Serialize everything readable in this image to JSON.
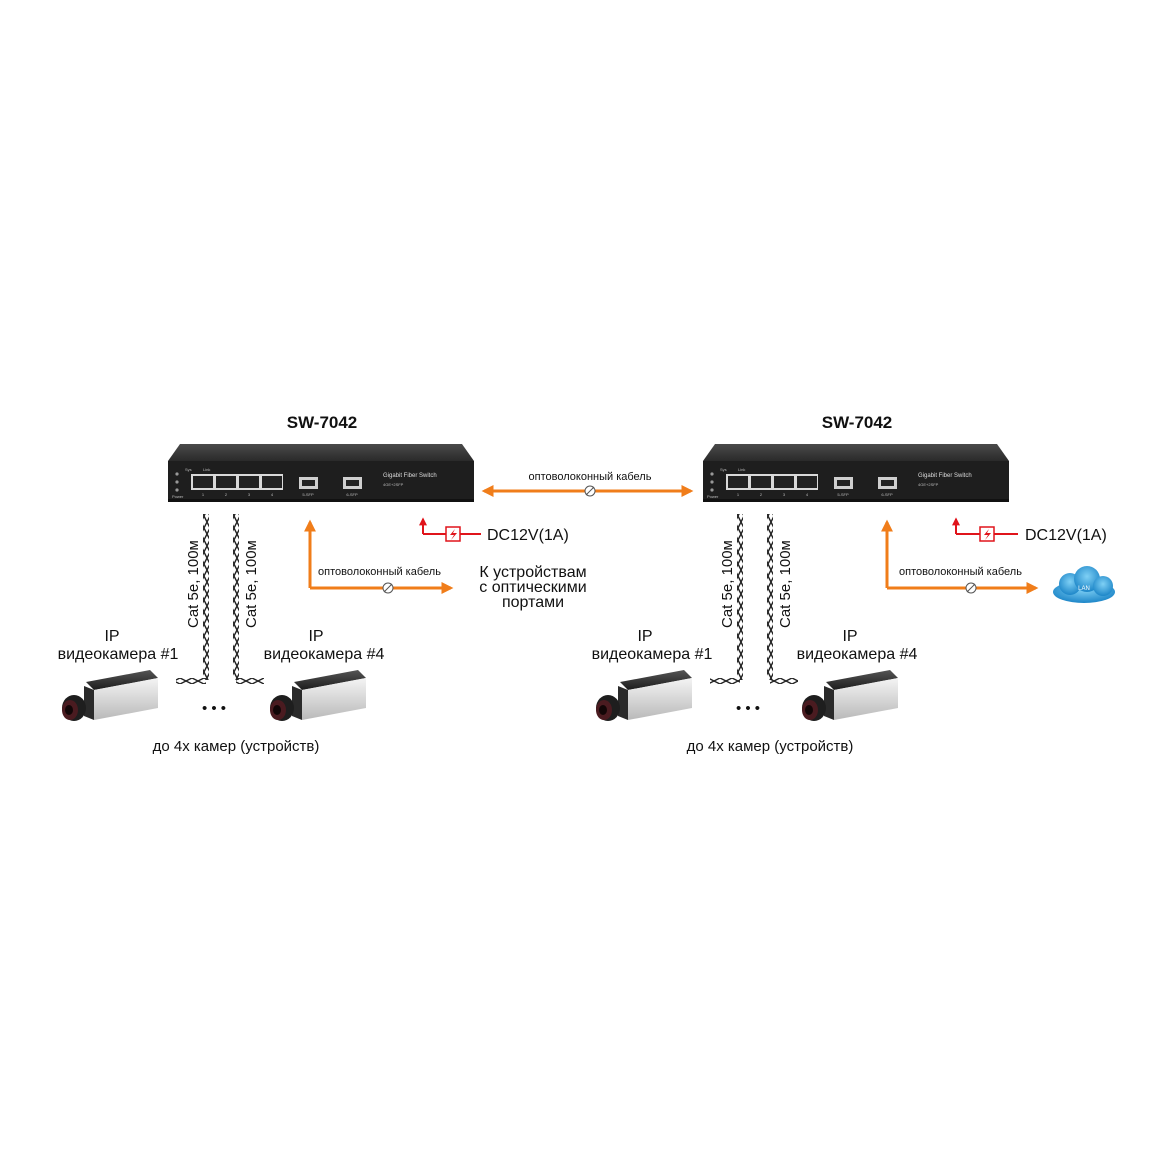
{
  "colors": {
    "fiber": "#f07d1a",
    "power": "#e0141b",
    "cable": "#222222"
  },
  "switches": [
    {
      "model": "SW-7042",
      "panel_title": "Gigabit Fiber Switch",
      "panel_sub": "4GE+2SFP",
      "led_sys": "Sys",
      "led_link": "Link",
      "led_power": "Power",
      "sfp1": "5-SFP",
      "sfp2": "6-SFP",
      "ports": [
        "1",
        "2",
        "3",
        "4"
      ]
    },
    {
      "model": "SW-7042",
      "panel_title": "Gigabit Fiber Switch",
      "panel_sub": "4GE+2SFP",
      "led_sys": "Sys",
      "led_link": "Link",
      "led_power": "Power",
      "sfp1": "5-SFP",
      "sfp2": "6-SFP",
      "ports": [
        "1",
        "2",
        "3",
        "4"
      ]
    }
  ],
  "link_label": "оптоволоконный кабель",
  "left": {
    "power": "DC12V(1A)",
    "fiber_label": "оптоволоконный кабель",
    "dest": [
      "К устройствам",
      "с оптическими",
      "портами"
    ],
    "cable1": "Cat 5e, 100м",
    "cable2": "Cat 5e, 100м",
    "cam1": [
      "IP",
      "видеокамера  #1"
    ],
    "cam4": [
      "IP",
      "видеокамера  #4"
    ],
    "dots": "• • •",
    "caption": "до 4х камер (устройств)"
  },
  "right": {
    "power": "DC12V(1A)",
    "fiber_label": "оптоволоконный кабель",
    "lan": "LAN",
    "cable1": "Cat 5e, 100м",
    "cable2": "Cat 5e, 100м",
    "cam1": [
      "IP",
      "видеокамера  #1"
    ],
    "cam4": [
      "IP",
      "видеокамера  #4"
    ],
    "dots": "• • •",
    "caption": "до 4х камер (устройств)"
  }
}
